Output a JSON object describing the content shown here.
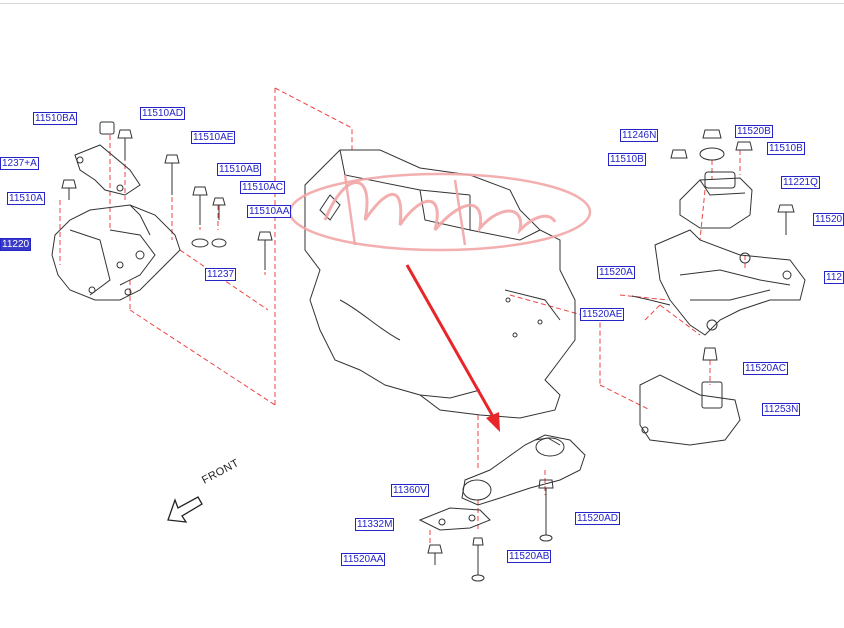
{
  "diagram": {
    "front_label": "FRONT",
    "accent_color": "#2424c8",
    "arrow_color": "#e8262a",
    "leader_color": "#ee4444",
    "labels": {
      "l_11510BA": "11510BA",
      "l_11510AD": "11510AD",
      "l_11510AE": "11510AE",
      "l_11237A": "1237+A",
      "l_11510AB": "11510AB",
      "l_11510AC": "11510AC",
      "l_11510A": "11510A",
      "l_11510AA": "11510AA",
      "l_11220": "11220",
      "l_11237": "11237",
      "l_11246N": "11246N",
      "l_11520B": "11520B",
      "l_11510B_l": "11510B",
      "l_11510B_r": "11510B",
      "l_11221Q": "11221Q",
      "l_11520_edge": "11520",
      "l_112_edge": "112",
      "l_11520A": "11520A",
      "l_11520AE": "11520AE",
      "l_11520AC": "11520AC",
      "l_11253N": "11253N",
      "l_11360V": "11360V",
      "l_11332M": "11332M",
      "l_11520AD": "11520AD",
      "l_11520AA": "11520AA",
      "l_11520AB": "11520AB"
    }
  }
}
